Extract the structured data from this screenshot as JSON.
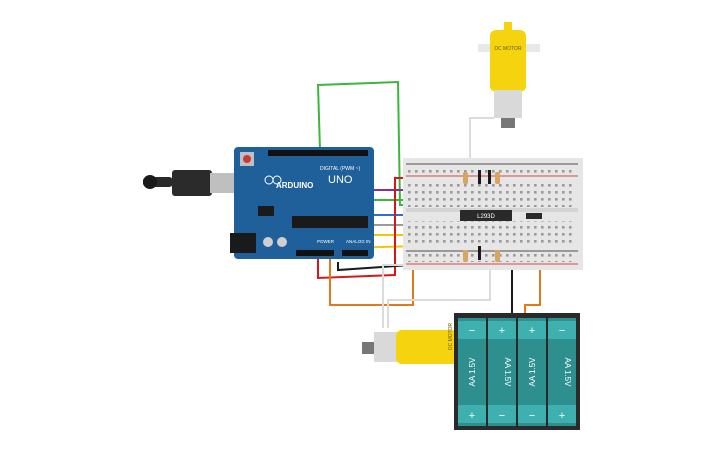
{
  "arduino": {
    "brand": "ARDUINO",
    "model": "UNO",
    "header_digital": "DIGITAL (PWM ~)",
    "header_power": "POWER",
    "header_analog": "ANALOG IN",
    "board_color": "#1f5f9a",
    "usb_color": "#2b2b2b"
  },
  "breadboard": {
    "ic_label": "L293D",
    "rail_red": "#d01010",
    "rail_blue": "#1a1a1a"
  },
  "motor_top": {
    "label": "DC MOTOR",
    "color": "#f5d40f"
  },
  "motor_bottom": {
    "label": "DC MOTOR",
    "color": "#f5d40f"
  },
  "battery_pack": {
    "cells": [
      {
        "label": "AA 1.5V",
        "top": "−",
        "bottom": "+"
      },
      {
        "label": "AA 1.5V",
        "top": "+",
        "bottom": "−"
      },
      {
        "label": "AA 1.5V",
        "top": "+",
        "bottom": "−"
      },
      {
        "label": "AA 1.5V",
        "top": "−",
        "bottom": "+"
      }
    ],
    "cell_color": "#2e8f8f",
    "case_color": "#2a2a2a"
  },
  "wires": {
    "green": "#3bb83b",
    "yellow": "#f0c800",
    "orange": "#e07a1a",
    "red": "#d41818",
    "black": "#1a1a1a",
    "white": "#e6e6e6",
    "purple": "#8a2ca0",
    "blue": "#2f6fd1"
  }
}
